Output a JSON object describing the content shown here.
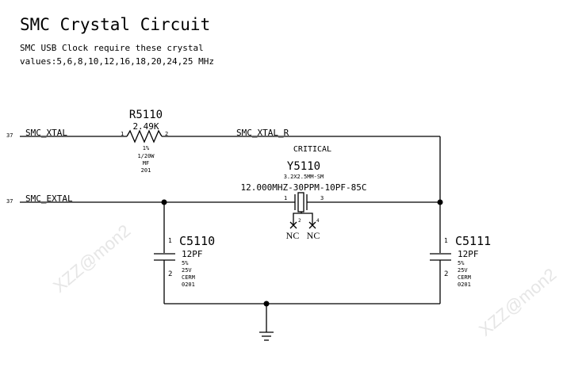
{
  "title": "SMC Crystal Circuit",
  "note_line1": "SMC USB Clock require these crystal",
  "note_line2": "values:5,6,8,10,12,16,18,20,24,25 MHz",
  "nets": {
    "xtal": {
      "label": "SMC_XTAL",
      "page_ref": "37"
    },
    "xtal_r": {
      "label": "SMC_XTAL_R"
    },
    "extal": {
      "label": "SMC_EXTAL",
      "page_ref": "37"
    }
  },
  "resistor": {
    "ref": "R5110",
    "value": "2.49K",
    "pin1": "1",
    "pin2": "2",
    "attrs": [
      "1%",
      "1/20W",
      "MF",
      "201"
    ]
  },
  "crystal": {
    "critical": "CRITICAL",
    "ref": "Y5110",
    "package": "3.2X2.5MM-SM",
    "value": "12.000MHZ-30PPM-10PF-85C",
    "pin1": "1",
    "pin2": "2",
    "pin3": "3",
    "pin4": "4",
    "nc1": "NC",
    "nc2": "NC"
  },
  "cap_left": {
    "ref": "C5110",
    "value": "12PF",
    "pin1": "1",
    "pin2": "2",
    "attrs": [
      "5%",
      "25V",
      "CERM",
      "0201"
    ]
  },
  "cap_right": {
    "ref": "C5111",
    "value": "12PF",
    "pin1": "1",
    "pin2": "2",
    "attrs": [
      "5%",
      "25V",
      "CERM",
      "0201"
    ]
  },
  "watermark": "XZZ@mon2"
}
